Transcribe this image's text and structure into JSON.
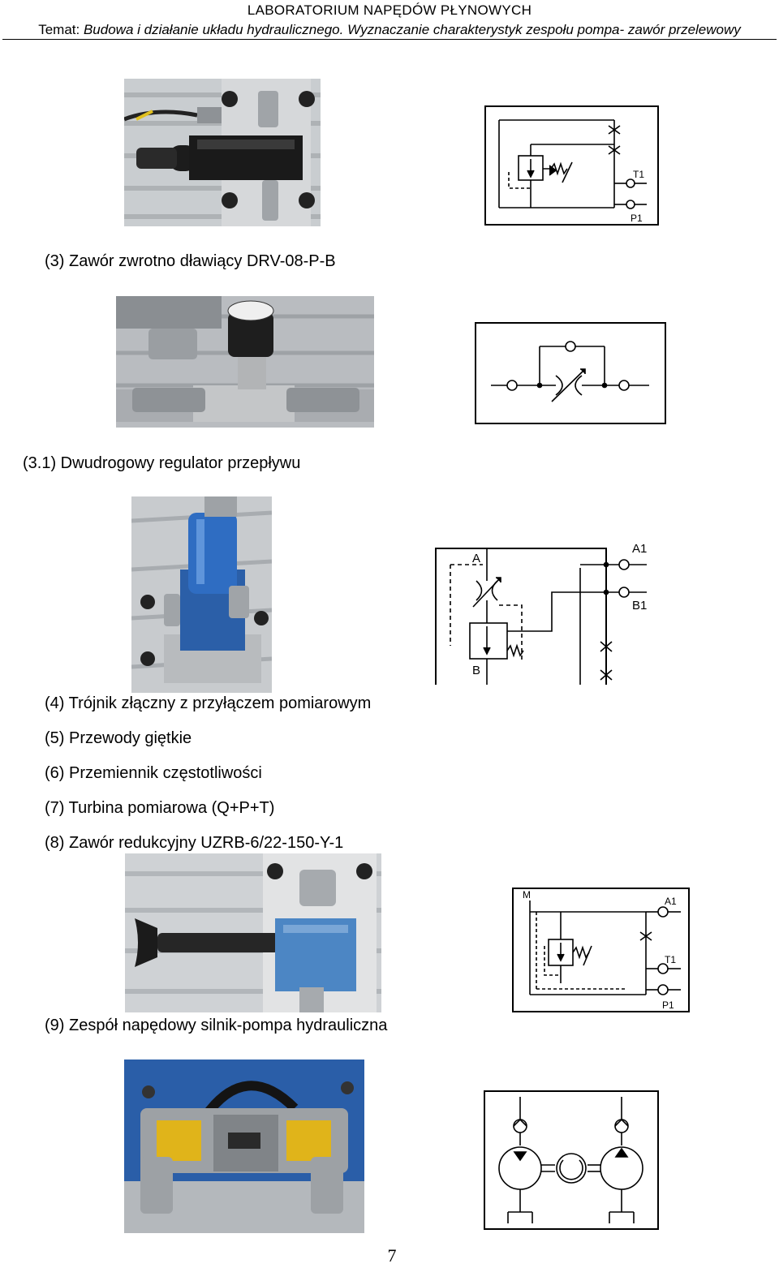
{
  "header": {
    "lab_title": "LABORATORIUM  NAPĘDÓW  PŁYNOWYCH",
    "topic_prefix": "Temat: ",
    "topic_text": "Budowa i działanie układu hydraulicznego. Wyznaczanie charakterystyk zespołu pompa- zawór przelewowy"
  },
  "captions": {
    "item3": "(3)  Zawór zwrotno dławiący DRV-08-P-B",
    "item3_1": "(3.1) Dwudrogowy regulator przepływu",
    "item4": "(4)  Trójnik złączny z przyłączem pomiarowym",
    "item5": "(5)  Przewody giętkie",
    "item6": "(6)  Przemiennik częstotliwości",
    "item7": "(7)  Turbina pomiarowa (Q+P+T)",
    "item8": "(8)  Zawór redukcyjny UZRB-6/22-150-Y-1",
    "item9": "(9)  Zespół napędowy silnik-pompa hydrauliczna"
  },
  "symbol_labels": {
    "t1": "T1",
    "p1": "P1",
    "a": "A",
    "b": "B",
    "a1": "A1",
    "b1": "B1",
    "m": "M"
  },
  "page_number": "7"
}
